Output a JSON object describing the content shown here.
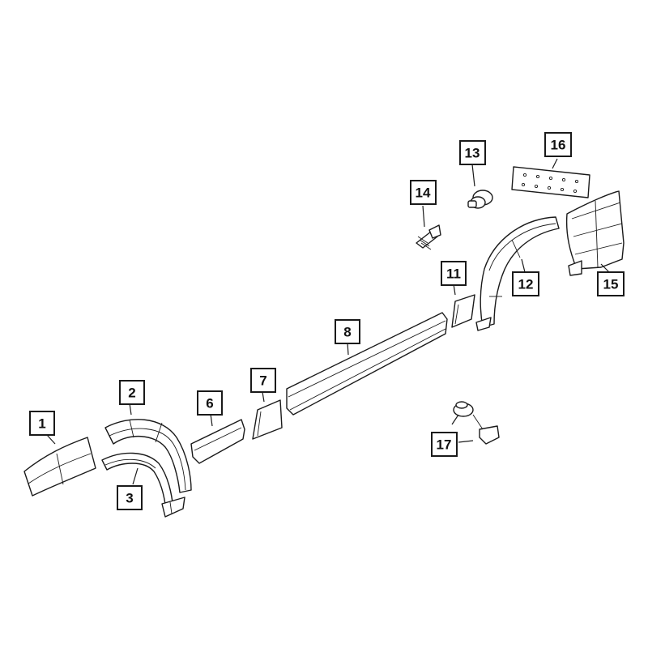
{
  "diagram": {
    "callouts": [
      {
        "id": "1",
        "label": "1"
      },
      {
        "id": "2",
        "label": "2"
      },
      {
        "id": "3",
        "label": "3"
      },
      {
        "id": "6",
        "label": "6"
      },
      {
        "id": "7",
        "label": "7"
      },
      {
        "id": "8",
        "label": "8"
      },
      {
        "id": "11",
        "label": "11"
      },
      {
        "id": "12",
        "label": "12"
      },
      {
        "id": "13",
        "label": "13"
      },
      {
        "id": "14",
        "label": "14"
      },
      {
        "id": "15",
        "label": "15"
      },
      {
        "id": "16",
        "label": "16"
      },
      {
        "id": "17",
        "label": "17"
      }
    ],
    "colors": {
      "line": "#1a1a1a",
      "background": "#ffffff"
    }
  }
}
